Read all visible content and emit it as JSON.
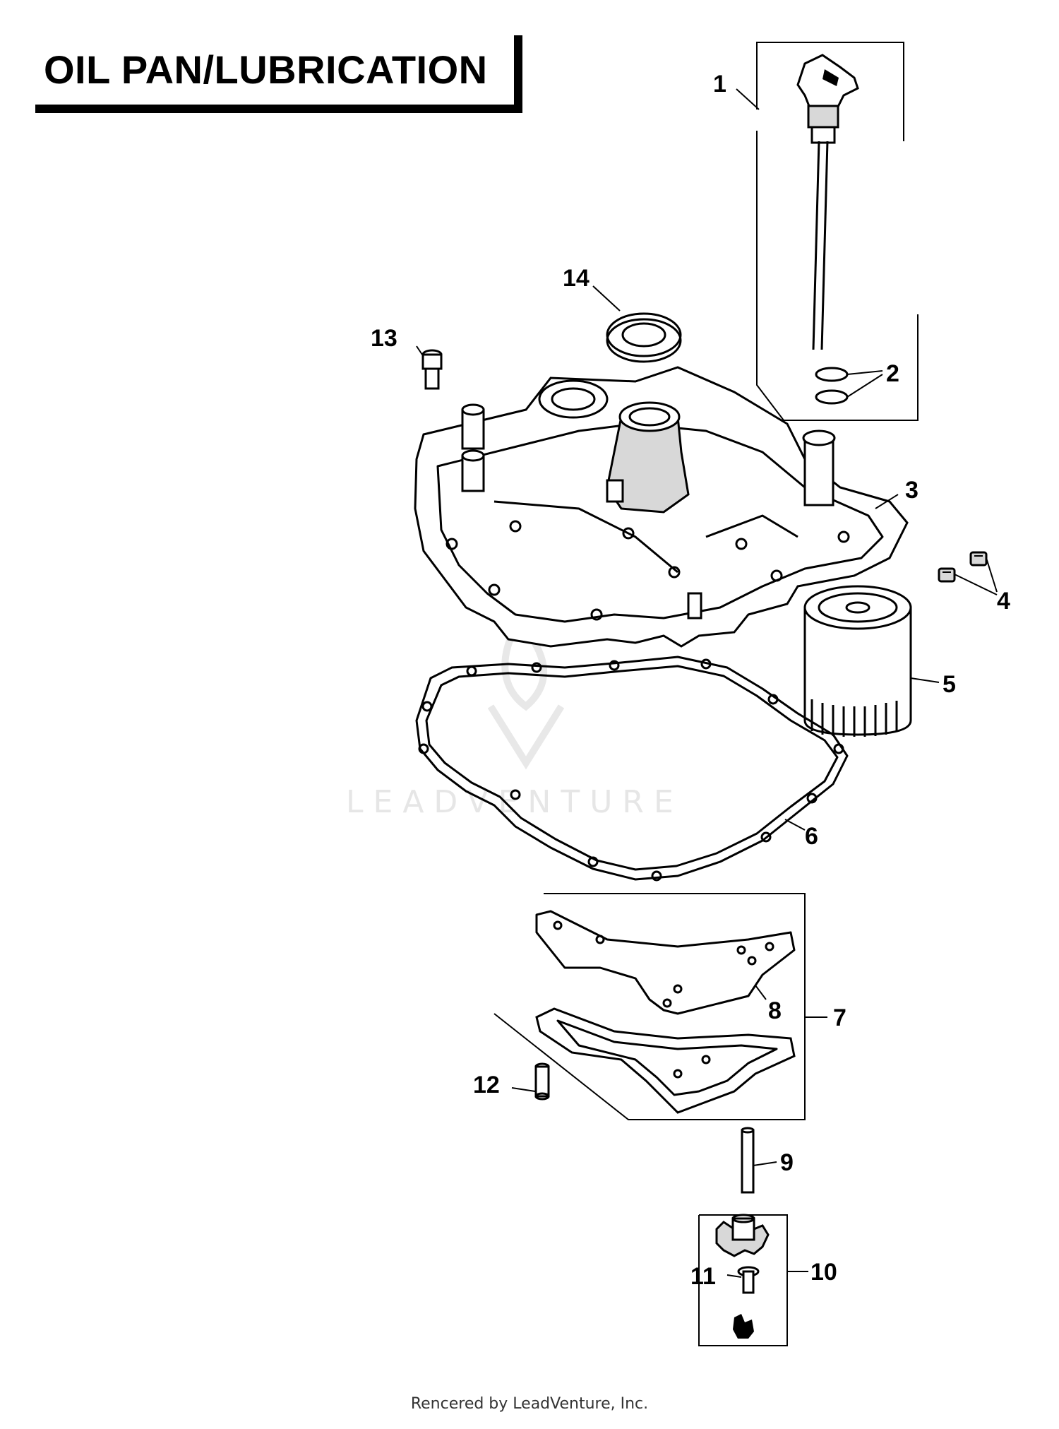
{
  "title": "OIL PAN/LUBRICATION",
  "watermark": "LEADVENTURE",
  "footer": "Rencered by LeadVenture, Inc.",
  "callouts": [
    "1",
    "2",
    "3",
    "4",
    "5",
    "6",
    "7",
    "8",
    "9",
    "10",
    "11",
    "12",
    "13",
    "14"
  ],
  "colors": {
    "line": "#000000",
    "background": "#ffffff",
    "watermark": "#e6e6e6"
  }
}
